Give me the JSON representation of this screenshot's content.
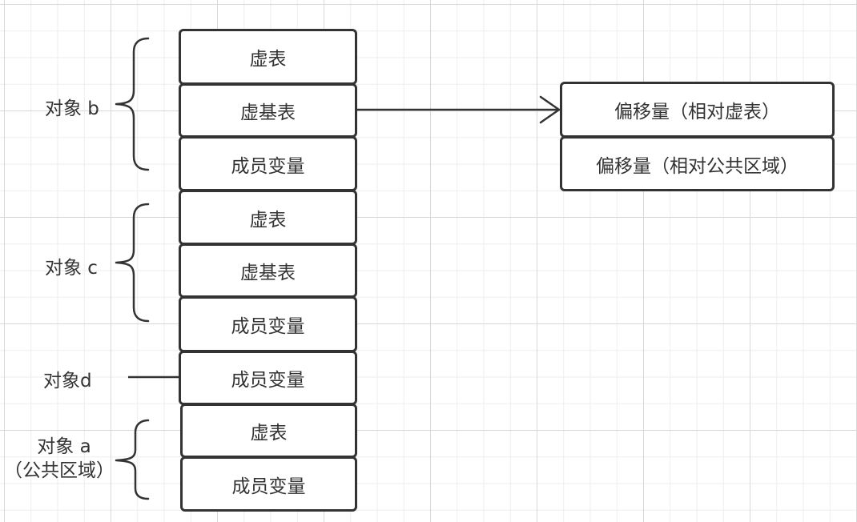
{
  "memory_blocks": [
    {
      "label": "虚表"
    },
    {
      "label": "虚基表"
    },
    {
      "label": "成员变量"
    },
    {
      "label": "虚表"
    },
    {
      "label": "虚基表"
    },
    {
      "label": "成员变量"
    },
    {
      "label": "成员变量"
    },
    {
      "label": "虚表"
    },
    {
      "label": "成员变量"
    }
  ],
  "offset_table": [
    {
      "label": "偏移量（相对虚表）"
    },
    {
      "label": "偏移量（相对公共区域）"
    }
  ],
  "groups": {
    "object_b": {
      "label": "对象 b"
    },
    "object_c": {
      "label": "对象 c"
    },
    "object_d": {
      "label": "对象d"
    },
    "object_a": {
      "label_line1": "对象 a",
      "label_line2": "（公共区域）"
    }
  },
  "colors": {
    "stroke": "#333333",
    "text": "#333333",
    "box_fill": "#ffffff",
    "grid_major": "#d8d8d8",
    "grid_minor": "#eeeeee"
  }
}
